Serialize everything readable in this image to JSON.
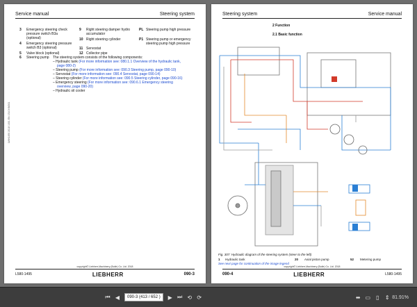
{
  "left_page": {
    "header_left": "Service manual",
    "header_right": "Steering system",
    "legend": [
      {
        "n": "3",
        "t": "Emergency steering check pressure switch B3a (optional)"
      },
      {
        "n": "4",
        "t": "Emergency steering pressure switch B3 (optional)"
      },
      {
        "n": "5",
        "t": "Valve block (optional)"
      },
      {
        "n": "6",
        "t": "Steering pump"
      },
      {
        "n": "9",
        "t": "Right steering damper hydro accumulator"
      },
      {
        "n": "10",
        "t": "Right steering cylinder"
      },
      {
        "n": "11",
        "t": "Servostat"
      },
      {
        "n": "12",
        "t": "Collector pipe"
      },
      {
        "n": "PL",
        "t": "Steering pump high pressure"
      },
      {
        "n": "P1",
        "t": "Steering pump or emergency steering pump high pressure"
      }
    ],
    "components_intro": "The steering system consists of the following components:",
    "components": [
      {
        "name": "Hydraulic tank",
        "ref": "(For more information see: 080.1.1 Overview of the hydraulic tank, page 080-2)"
      },
      {
        "name": "Steering pump",
        "ref": "(For more information see: 090.3 Steering pump, page 090-10)"
      },
      {
        "name": "Servostat",
        "ref": "(For more information see: 090.4 Servostat, page 090-14)"
      },
      {
        "name": "Steering cylinder",
        "ref": "(For more information see: 090.5 Steering cylinder, page 090-16)"
      },
      {
        "name": "Emergency steering",
        "ref": "(For more information see: 090.6.1 Emergency steering overview, page 090-20)"
      },
      {
        "name": "Hydraulic oil cooler",
        "ref": ""
      }
    ],
    "side_text": "LWH1490 2018 1001 EN 1510 KM001",
    "footer_left": "L580-1495",
    "copyright": "copyright© Liebherr-Machinery (Bulle) Co. Ltd. 2018",
    "brand": "LIEBHERR",
    "page_number": "090-3"
  },
  "right_page": {
    "header_left": "Steering system",
    "header_right": "Service manual",
    "section": "2 Function",
    "subsection": "2.1 Basic function",
    "figure_caption": "Fig. 307: Hydraulic diagram of the steering system (steer to the left)",
    "caption_items": [
      {
        "n": "1",
        "t": "Hydraulic tank"
      },
      {
        "n": "20",
        "t": "Axial piston pump"
      },
      {
        "n": "52",
        "t": "Metering pump"
      }
    ],
    "caption_note": "See next page for continuation of the image legend",
    "footer_left": "090-4",
    "copyright": "copyright© Liebherr-Machinery (Bulle) Co. Ltd. 2018",
    "brand": "LIEBHERR",
    "footer_right": "L580-1495"
  },
  "toolbar": {
    "page_field": "090-3 (413 / 652 )",
    "zoom": "81.91%"
  },
  "colors": {
    "hydraulic_blue": "#2a7fd4",
    "pressure_red": "#d23a2a",
    "pilot_orange": "#e38a2b",
    "diagram_gray": "#9a9a9a"
  }
}
